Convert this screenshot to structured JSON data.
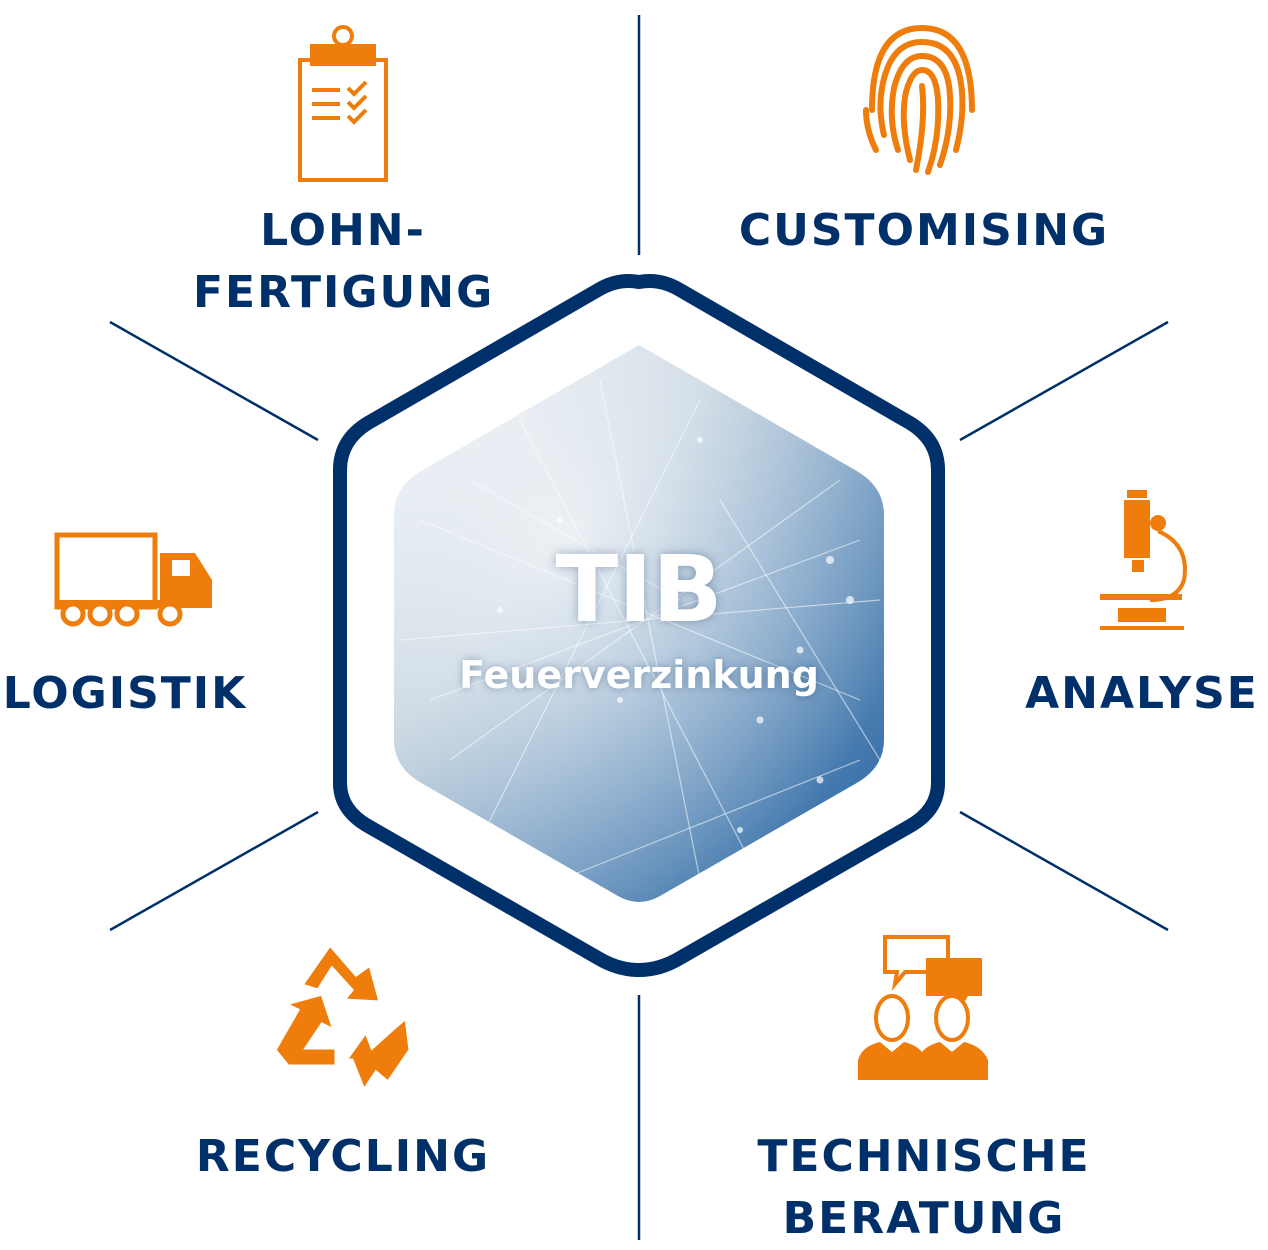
{
  "center": {
    "title": "TIB",
    "subtitle": "Feuerverzinkung"
  },
  "segments": [
    {
      "id": "lohnfertigung",
      "line1": "LOHN-",
      "line2": "FERTIGUNG",
      "icon": "clipboard-checklist-icon"
    },
    {
      "id": "customising",
      "line1": "CUSTOMISING",
      "icon": "fingerprint-icon"
    },
    {
      "id": "logistik",
      "line1": "LOGISTIK",
      "icon": "truck-icon"
    },
    {
      "id": "analyse",
      "line1": "ANALYSE",
      "icon": "microscope-icon"
    },
    {
      "id": "recycling",
      "line1": "RECYCLING",
      "icon": "recycle-icon"
    },
    {
      "id": "technische-beratung",
      "line1": "TECHNISCHE",
      "line2": "BERATUNG",
      "icon": "consultation-people-icon"
    }
  ],
  "colors": {
    "navy": "#003069",
    "orange": "#EE7D0C",
    "hex_fill_light": "#dfe8f0",
    "hex_fill_dark": "#2f67a7"
  }
}
